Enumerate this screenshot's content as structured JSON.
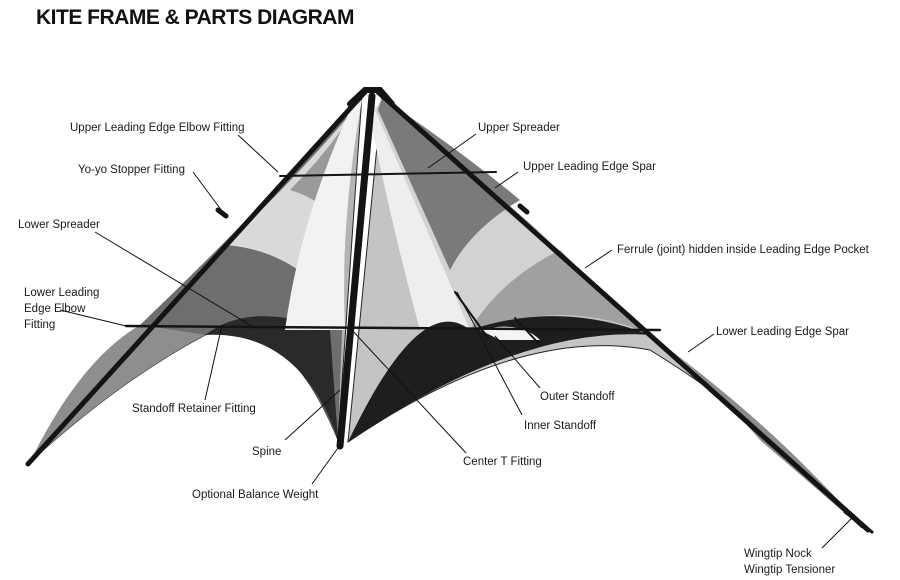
{
  "title": "KITE FRAME & PARTS DIAGRAM",
  "labels": {
    "upper_leading_edge_elbow_fitting": "Upper Leading Edge Elbow Fitting",
    "yoyo_stopper_fitting": "Yo-yo Stopper Fitting",
    "lower_spreader": "Lower Spreader",
    "lower_leading_edge_elbow_fitting": [
      "Lower Leading",
      "Edge Elbow",
      "Fitting"
    ],
    "standoff_retainer_fitting": "Standoff Retainer Fitting",
    "spine": "Spine",
    "optional_balance_weight": "Optional Balance Weight",
    "upper_spreader": "Upper Spreader",
    "upper_leading_edge_spar": "Upper Leading Edge Spar",
    "ferrule": "Ferrule (joint) hidden inside Leading Edge Pocket",
    "lower_leading_edge_spar": "Lower Leading Edge Spar",
    "outer_standoff": "Outer Standoff",
    "inner_standoff": "Inner Standoff",
    "center_t_fitting": "Center T Fitting",
    "wingtip_nock": "Wingtip Nock",
    "wingtip_tensioner": "Wingtip Tensioner"
  },
  "colors": {
    "frame": "#141414",
    "panel_light": "#e6e6e6",
    "panel_mid": "#a9a9a9",
    "panel_dark": "#5c5c5c",
    "panel_black": "#202020"
  }
}
